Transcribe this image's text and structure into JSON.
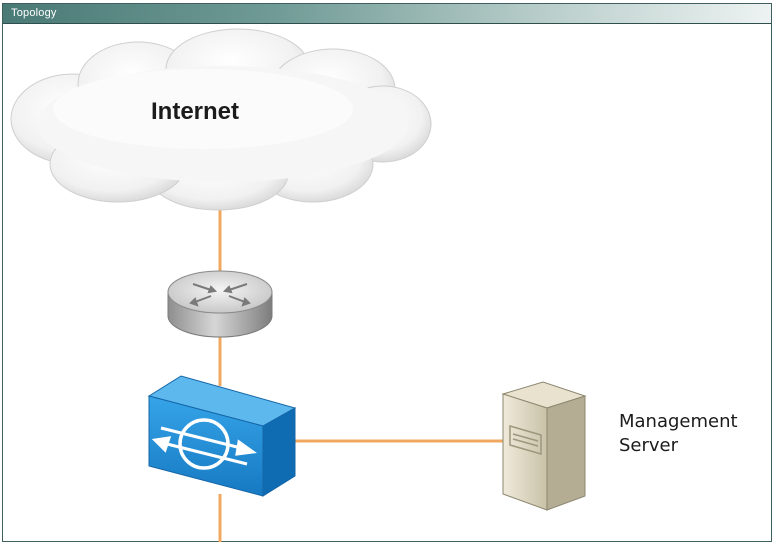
{
  "window": {
    "title": "Topology"
  },
  "diagram": {
    "cloud": {
      "label": "Internet",
      "icon": "cloud-icon"
    },
    "router": {
      "icon": "router-icon"
    },
    "switch": {
      "icon": "multilayer-switch-icon",
      "color": "#1e8fd8"
    },
    "server": {
      "label_line1": "Management",
      "label_line2": "Server",
      "icon": "server-icon"
    },
    "link_color": "#f0a860"
  }
}
